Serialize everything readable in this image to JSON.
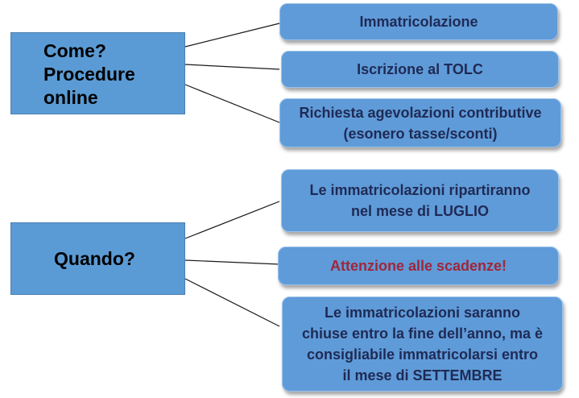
{
  "groups": [
    {
      "label": "Come?\nProcedure\nonline",
      "items": [
        {
          "text": "Immatricolazione"
        },
        {
          "text": "Iscrizione al TOLC"
        },
        {
          "text": "Richiesta agevolazioni contributive\n(esonero tasse/sconti)"
        }
      ]
    },
    {
      "label": "Quando?",
      "items": [
        {
          "text": "Le immatricolazioni ripartiranno\nnel mese di LUGLIO"
        },
        {
          "text": "Attenzione alle scadenze!"
        },
        {
          "text": "Le immatricolazioni saranno\nchiuse entro la fine dell’anno, ma è\nconsigliabile immatricolarsi entro\nil mese di SETTEMBRE"
        }
      ]
    }
  ],
  "colors": {
    "box_fill": "#5b9bd5",
    "text": "#1f2a55",
    "alert_text": "#a0263b"
  }
}
